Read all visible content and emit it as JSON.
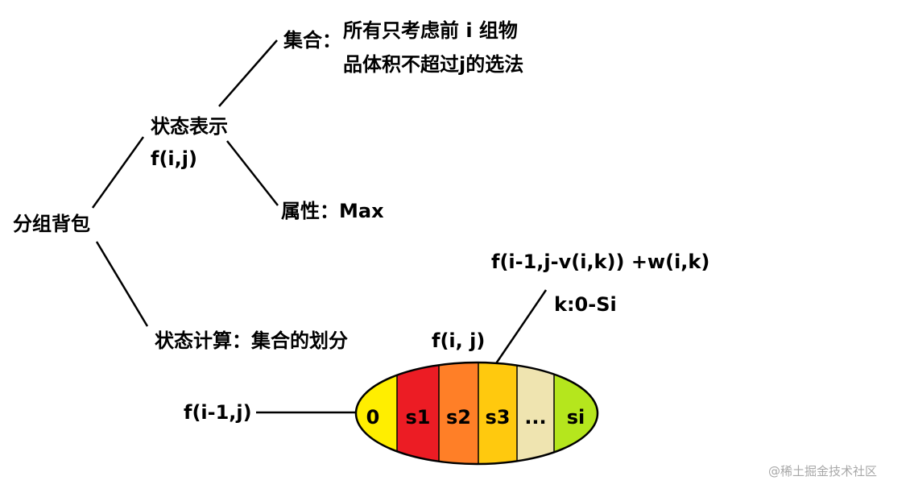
{
  "root": {
    "label": "分组背包"
  },
  "state_repr": {
    "label": "状态表示",
    "formula": "f(i,j)",
    "set": {
      "label": "集合：",
      "line1": "所有只考虑前 i 组物",
      "line2": "品体积不超过j的选法"
    },
    "attribute": {
      "label": "属性：Max"
    }
  },
  "state_calc": {
    "label": "状态计算：集合的划分",
    "f_ij": "f(i, j)",
    "f_prev": "f(i-1,j)",
    "transition": "f(i-1,j-v(i,k)) +w(i,k)",
    "k_range": "k:0-Si"
  },
  "partition": {
    "segments": [
      {
        "label": "0",
        "color": "#ffee00"
      },
      {
        "label": "s1",
        "color": "#ec1c24"
      },
      {
        "label": "s2",
        "color": "#ff7f27"
      },
      {
        "label": "s3",
        "color": "#ffc90e"
      },
      {
        "label": "...",
        "color": "#efe4b0"
      },
      {
        "label": "si",
        "color": "#b5e61d"
      }
    ]
  },
  "watermark": "@稀土掘金技术社区"
}
